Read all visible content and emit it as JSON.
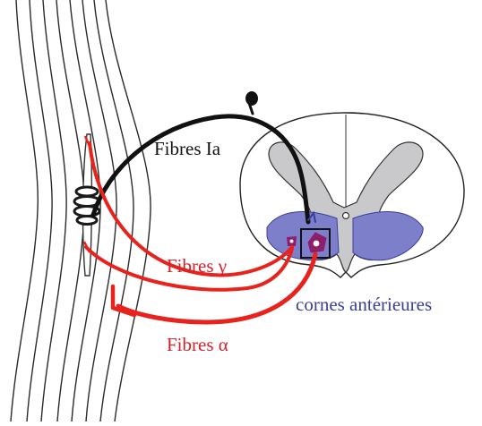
{
  "labels": {
    "fibres_ia": "Fibres Ia",
    "fibres_gamma": "Fibres γ",
    "fibres_alpha": "Fibres α",
    "cornes": "cornes antérieures"
  },
  "colors": {
    "ia_fibre": "#111111",
    "motor_fibre": "#e8231d",
    "label_red": "#d4202a",
    "label_blue": "#3a3f9a",
    "anterior_horn": "#7d7fca",
    "grey_matter": "#c9c9cc",
    "neuron": "#8d1e6b",
    "outline": "#222222"
  },
  "icons": [
    "muscle-spindle-icon",
    "dorsal-root-ganglion-icon",
    "motor-neuron-icon"
  ]
}
